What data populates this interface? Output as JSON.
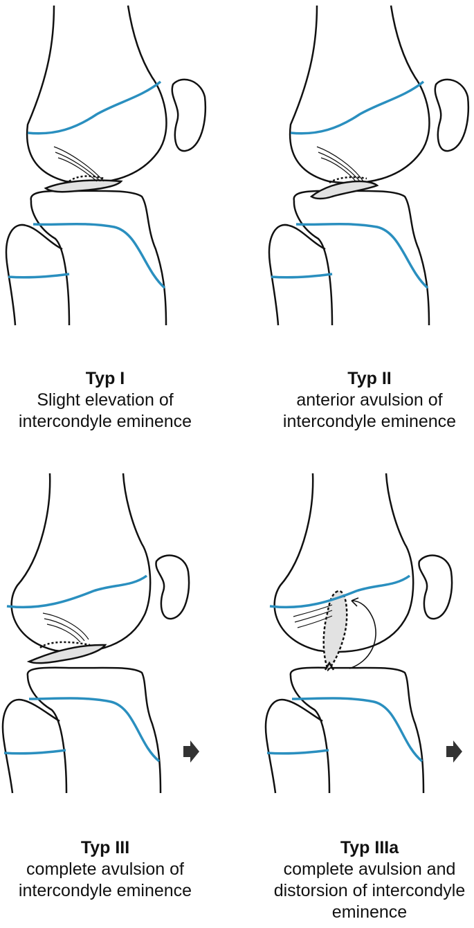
{
  "panels": [
    {
      "type": "Typ I",
      "line1": "Slight elevation of",
      "line2": "intercondyle eminence",
      "line3": "",
      "arrow": false
    },
    {
      "type": "Typ II",
      "line1": "anterior avulsion of",
      "line2": "intercondyle eminence",
      "line3": "",
      "arrow": false
    },
    {
      "type": "Typ III",
      "line1": "complete avulsion of",
      "line2": "intercondyle eminence",
      "line3": "",
      "arrow": true
    },
    {
      "type": "Typ IIIa",
      "line1": "complete avulsion and",
      "line2": "distorsion of intercondyle",
      "line3": "eminence",
      "arrow": true
    }
  ],
  "colors": {
    "growth_plate": "#2a8fbf",
    "fragment_fill": "#e2e2e2",
    "outline": "#111111",
    "arrow": "#333333"
  }
}
